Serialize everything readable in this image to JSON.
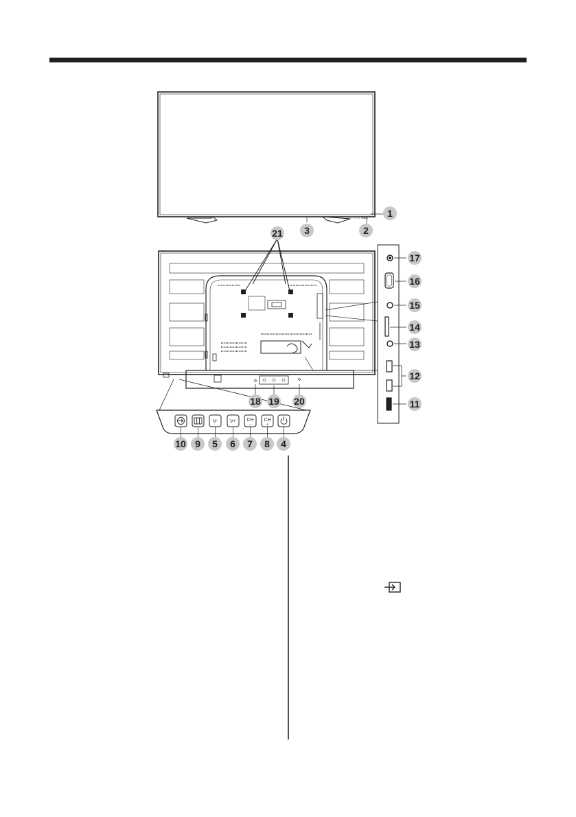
{
  "callouts": [
    {
      "id": "1",
      "label": "1"
    },
    {
      "id": "2",
      "label": "2"
    },
    {
      "id": "3",
      "label": "3"
    },
    {
      "id": "4",
      "label": "4"
    },
    {
      "id": "5",
      "label": "5"
    },
    {
      "id": "6",
      "label": "6"
    },
    {
      "id": "7",
      "label": "7"
    },
    {
      "id": "8",
      "label": "8"
    },
    {
      "id": "9",
      "label": "9"
    },
    {
      "id": "10",
      "label": "10"
    },
    {
      "id": "11",
      "label": "11"
    },
    {
      "id": "12",
      "label": "12"
    },
    {
      "id": "13",
      "label": "13"
    },
    {
      "id": "14",
      "label": "14"
    },
    {
      "id": "15",
      "label": "15"
    },
    {
      "id": "16",
      "label": "16"
    },
    {
      "id": "17",
      "label": "17"
    },
    {
      "id": "18",
      "label": "18"
    },
    {
      "id": "19",
      "label": "19"
    },
    {
      "id": "20",
      "label": "20"
    },
    {
      "id": "21",
      "label": "21"
    }
  ],
  "buttons": {
    "vol_down": "V-",
    "vol_up": "V+",
    "ch_down": "CH",
    "ch_up": "CH"
  },
  "icons": {
    "input_source": "input-source-icon",
    "menu": "menu-icon",
    "power": "power-icon"
  },
  "colors": {
    "ink": "#231f20",
    "callout_fill": "#c8c8c8"
  }
}
